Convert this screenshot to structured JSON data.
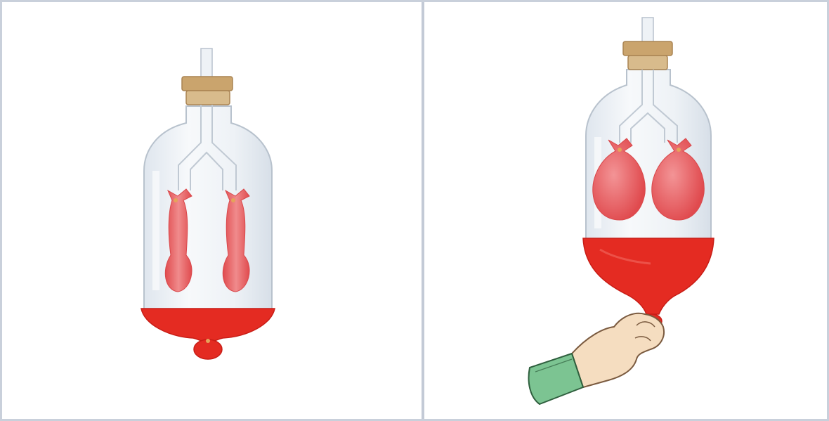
{
  "figure": {
    "panels": [
      {
        "id": "left",
        "state": "rubber sheet relaxed, balloons deflated"
      },
      {
        "id": "right",
        "state": "rubber sheet pulled down, balloons inflated"
      }
    ]
  },
  "colors": {
    "frame_border": "#c9d0db",
    "divider": "#c3cad6",
    "glass_fill": "#eef2f6",
    "glass_edge": "#b8c2cd",
    "cork": "#caa46d",
    "cork_dark": "#a98352",
    "tube": "#e7ecf1",
    "balloon_fill": "#e8585b",
    "balloon_highlight": "#f08b8c",
    "balloon_tie": "#e5a35a",
    "diaphragm": "#e42b22",
    "diaphragm_shade": "#c81d16",
    "skin": "#f5ddc0",
    "skin_edge": "#7a5a3f",
    "sleeve": "#7cc492",
    "sleeve_edge": "#2f5f3e"
  },
  "icons": [
    "bell-jar-icon",
    "cork-stopper-icon",
    "y-tube-icon",
    "balloon-icon",
    "rubber-sheet-icon",
    "hand-icon"
  ]
}
